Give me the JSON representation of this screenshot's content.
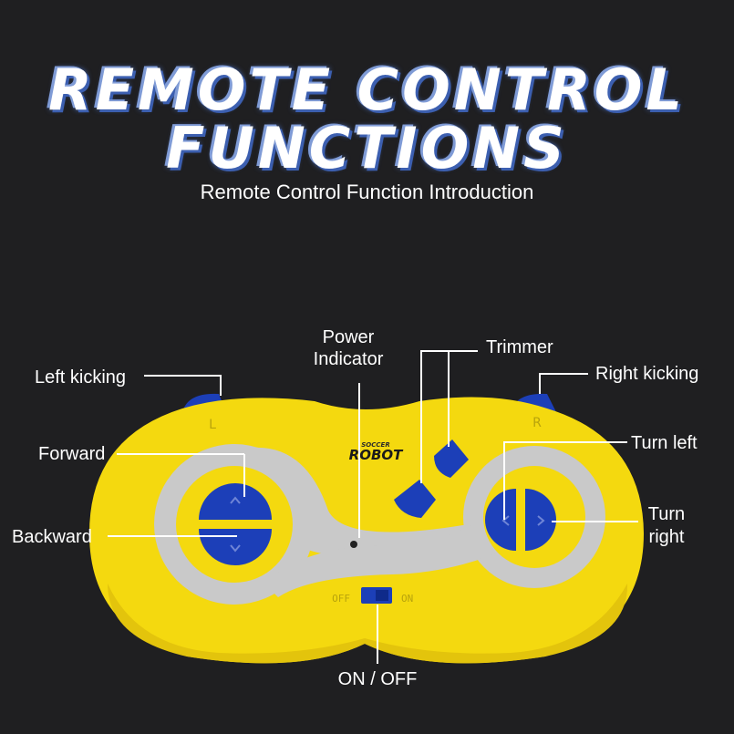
{
  "header": {
    "title_line1": "REMOTE CONTROL",
    "title_line2": "FUNCTIONS",
    "subtitle": "Remote Control Function Introduction"
  },
  "device": {
    "brand_line1": "SOCCER",
    "brand_line2": "ROBOT",
    "left_shoulder_mark": "L",
    "right_shoulder_mark": "R",
    "switch_off_mark": "OFF",
    "switch_on_mark": "ON",
    "colors": {
      "body": "#f4d90f",
      "ring": "#c9c9c9",
      "button": "#1c3fb8",
      "background": "#1f1f21"
    }
  },
  "callouts": {
    "left_kicking": "Left kicking",
    "power_indicator_line1": "Power",
    "power_indicator_line2": "Indicator",
    "trimmer": "Trimmer",
    "right_kicking": "Right kicking",
    "forward": "Forward",
    "turn_left": "Turn left",
    "backward": "Backward",
    "turn_right_line1": "Turn",
    "turn_right_line2": "right",
    "on_off": "ON / OFF"
  }
}
